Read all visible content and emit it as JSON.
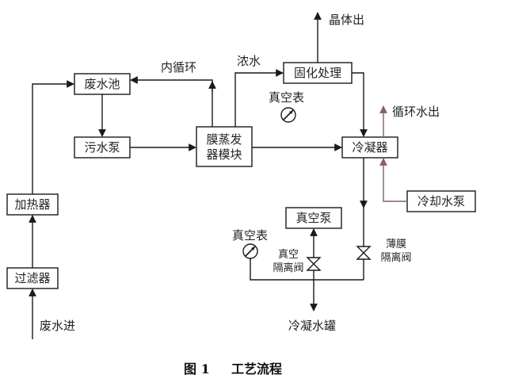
{
  "diagram": {
    "nodes": {
      "wastewater_pool": "废水池",
      "sewage_pump": "污水泵",
      "membrane_module_line1": "膜蒸发",
      "membrane_module_line2": "器模块",
      "solidification": "固化处理",
      "condenser": "冷凝器",
      "heater": "加热器",
      "filter": "过滤器",
      "vacuum_pump": "真空泵",
      "cooling_water_pump": "冷却水泵"
    },
    "labels": {
      "inner_circulation": "内循环",
      "concentrate": "浓水",
      "crystal_out": "晶体出",
      "circulating_water_out": "循环水出",
      "wastewater_in": "废水进",
      "condensate_tank": "冷凝水罐",
      "vacuum_gauge_top": "真空表",
      "vacuum_gauge_left": "真空表",
      "vacuum_isolation_valve_line1": "真空",
      "vacuum_isolation_valve_line2": "隔离阀",
      "film_isolation_valve_line1": "薄膜",
      "film_isolation_valve_line2": "隔离阀"
    },
    "colors": {
      "line": "#1a1a1a",
      "cooling_line": "#8a5a7a"
    },
    "caption": {
      "number": "图 1",
      "title": "工艺流程"
    }
  }
}
